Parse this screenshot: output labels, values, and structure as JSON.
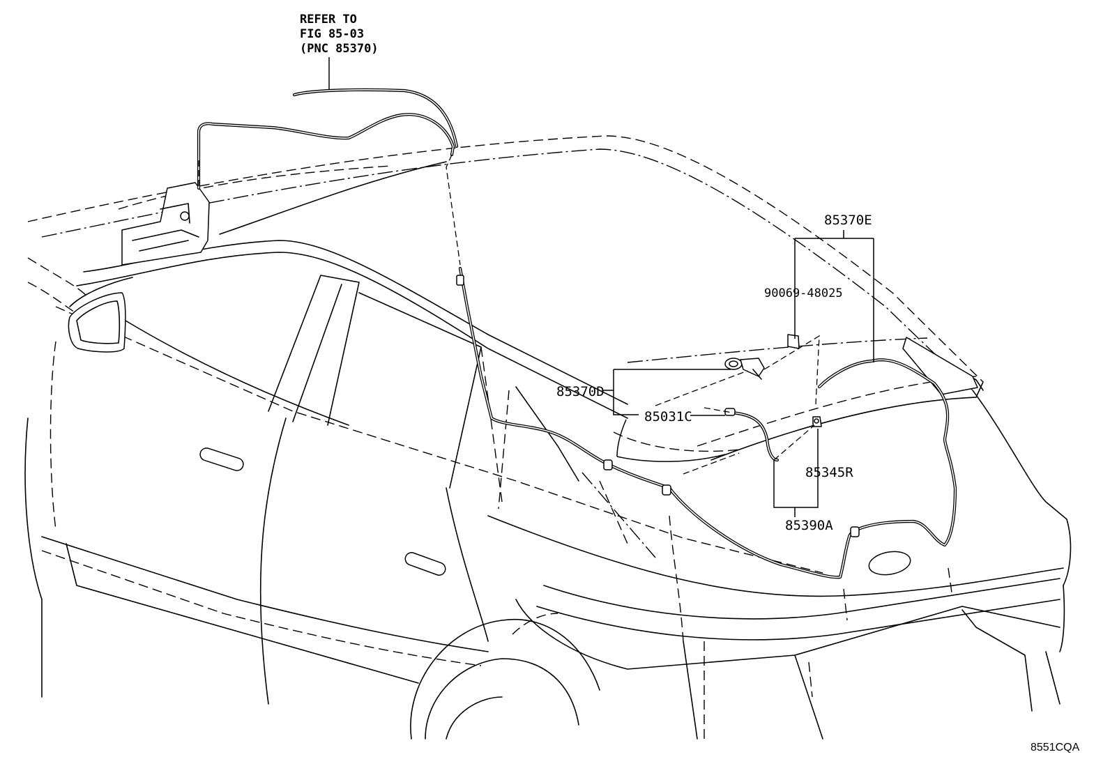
{
  "diagram": {
    "reference_note": {
      "line1": "REFER TO",
      "line2": "FIG 85-03",
      "line3": "(PNC 85370)"
    },
    "callouts": {
      "hose_e": "85370E",
      "clip_bolt": "90069-48025",
      "hose_d": "85370D",
      "joint_c": "85031C",
      "nozzle_r": "85345R",
      "nozzle_a": "85390A"
    },
    "illustration_code": "8551CQA"
  }
}
